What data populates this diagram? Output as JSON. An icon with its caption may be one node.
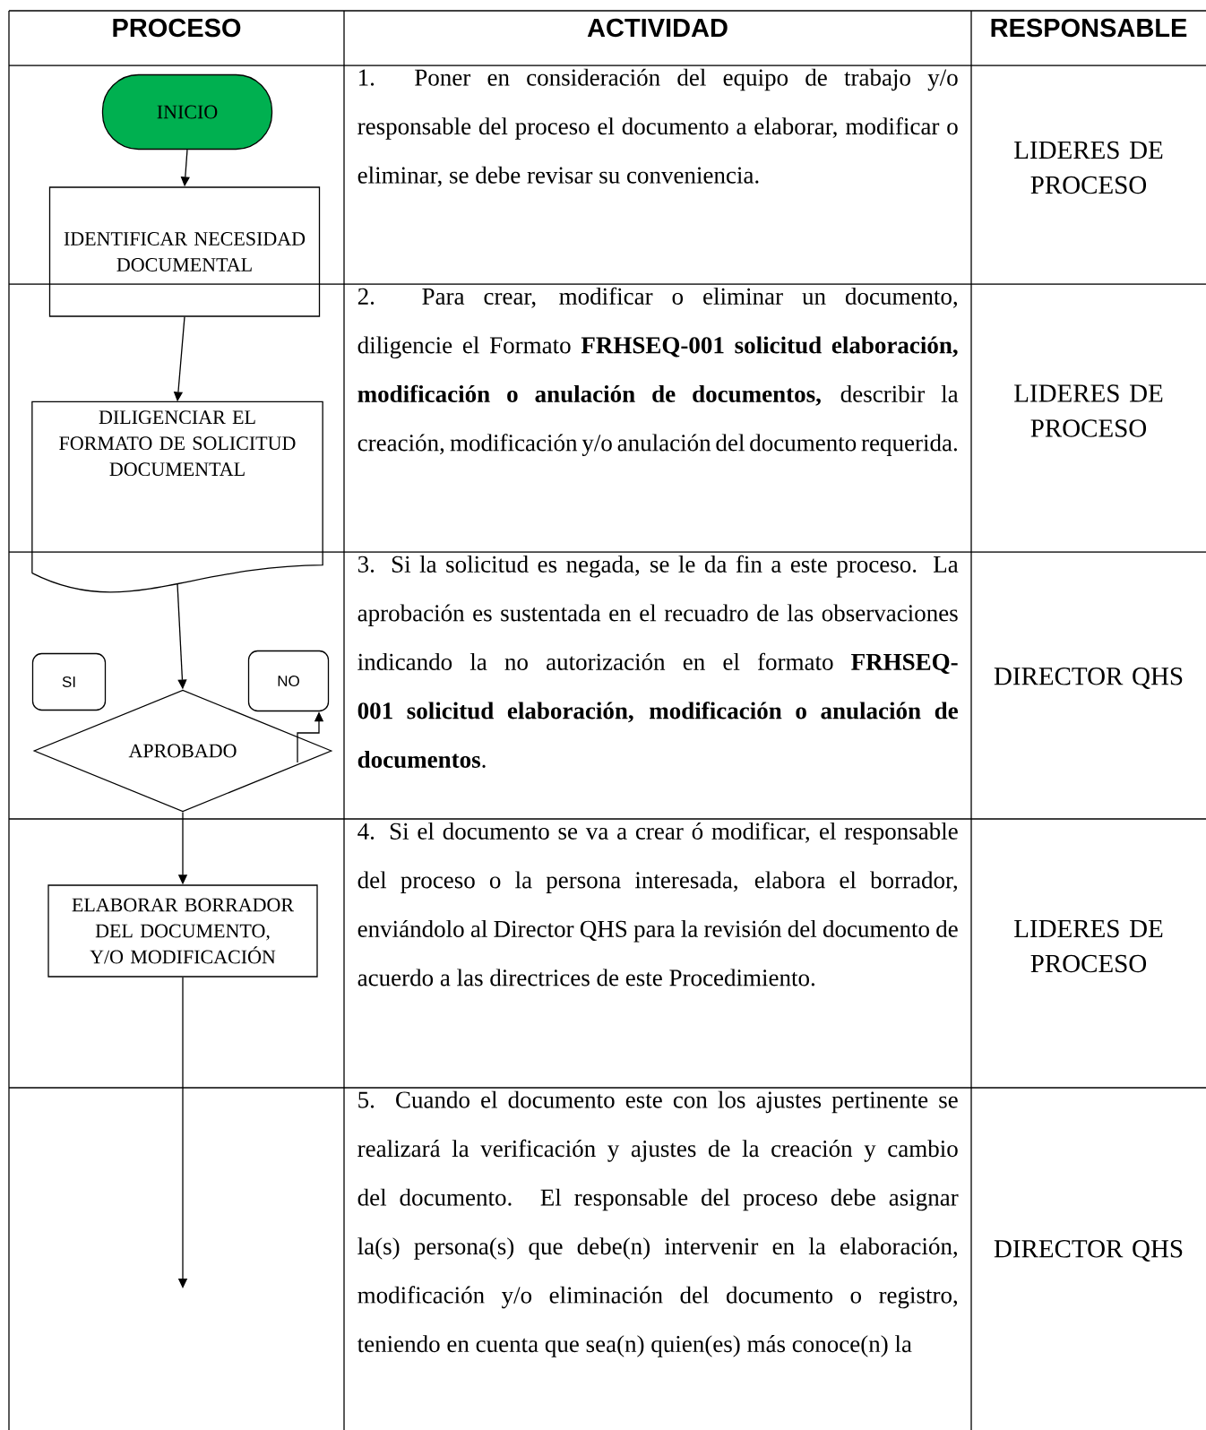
{
  "diagram": {
    "nodes": [
      {
        "text": [
          "INICIO"
        ]
      },
      {
        "text": [
          "IDENTIFICAR NECESIDAD DOCUMENTAL"
        ]
      },
      {
        "text": [
          "DILIGENCIAR EL FORMATO DE SOLICITUD DOCUMENTAL"
        ]
      },
      {
        "text": [
          "SI"
        ]
      },
      {
        "text": [
          "NO"
        ]
      },
      {
        "text": [
          "APROBADO"
        ]
      },
      {
        "text": [
          "ELABORAR BORRADOR DEL DOCUMENTO, Y/O MODIFICACIÓN"
        ]
      }
    ],
    "edges": [
      {
        "from": 0,
        "to": 1,
        "arrow": "to"
      },
      {
        "from": 1,
        "to": 2,
        "arrow": "to"
      },
      {
        "from": 2,
        "to": 5,
        "arrow": "to"
      },
      {
        "from": 5,
        "to": 4,
        "arrow": "to"
      },
      {
        "from": 5,
        "to": 6,
        "arrow": "to"
      },
      {
        "from": 6,
        "to": null,
        "arrow": "to"
      }
    ],
    "labels": [
      "PROCESO",
      "ACTIVIDAD",
      "RESPONSABLE",
      "1. Poner en consideración del equipo de trabajo y/o responsable del proceso el documento a elaborar, modificar o eliminar, se debe revisar su conveniencia.",
      "LIDERES DE PROCESO",
      "2. Para crear, modificar o eliminar un documento, diligencie el Formato **FRHSEQ-001 solicitud elaboración, modificación o anulación de documentos,** describir la creación, modificación y/o anulación del documento requerida.",
      "LIDERES DE PROCESO",
      "3. Si la solicitud es negada, se le da fin a este proceso. La aprobación es sustentada en el recuadro de las observaciones indicando la no autorización en el formato **FRHSEQ-001 solicitud elaboración, modificación o anulación de documentos**.",
      "DIRECTOR QHS",
      "4. Si el documento se va a crear ó modificar, el responsable del proceso o la persona interesada, elabora el borrador, enviándolo al Director QHS para la revisión del documento de acuerdo a las directrices de este Procedimiento.",
      "LIDERES DE PROCESO",
      "5. Cuando el documento este con los ajustes pertinente se realizará la verificación y ajustes de la creación y cambio del documento. El responsable del proceso debe asignar la(s) persona(s) que debe(n) intervenir en la elaboración, modificación y/o eliminación del documento o registro, teniendo en cuenta que sea(n) quien(es) más conoce(n) la",
      "DIRECTOR QHS"
    ]
  }
}
